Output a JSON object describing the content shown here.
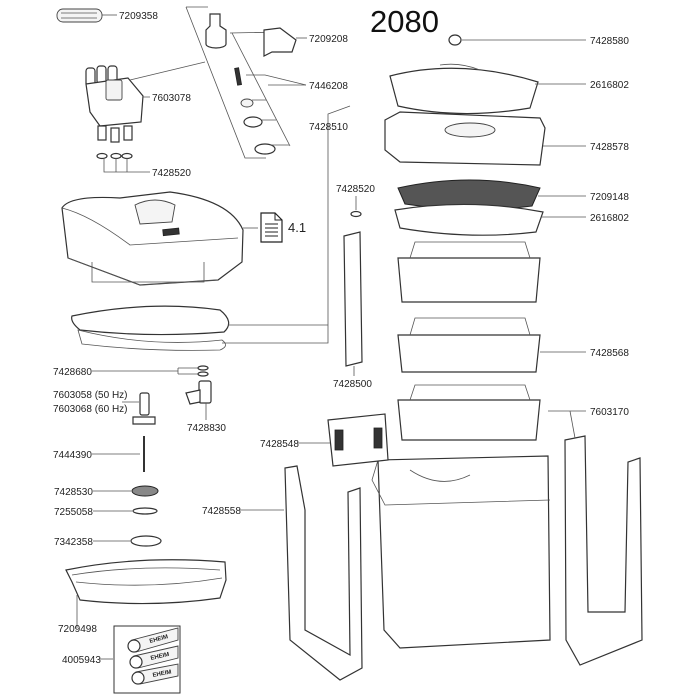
{
  "model": "2080",
  "manual_ref": "4.1",
  "parts": {
    "p7209358": "7209358",
    "p7209208": "7209208",
    "p7446208": "7446208",
    "p7603078": "7603078",
    "p7428510": "7428510",
    "p7428520_a": "7428520",
    "p7428580": "7428580",
    "p2616802_a": "2616802",
    "p7428578": "7428578",
    "p7428520_b": "7428520",
    "p7209148": "7209148",
    "p2616802_b": "2616802",
    "p7428568": "7428568",
    "p7428500": "7428500",
    "p7603170": "7603170",
    "p7428548": "7428548",
    "p7428680": "7428680",
    "p7603058": "7603058 (50 Hz)",
    "p7603068": "7603068 (60 Hz)",
    "p7428830": "7428830",
    "p7444390": "7444390",
    "p7428530": "7428530",
    "p7255058": "7255058",
    "p7428558": "7428558",
    "p7342358": "7342358",
    "p7209498": "7209498",
    "p4005943": "4005943"
  },
  "brand_marks": [
    "EHEIM",
    "EHEIM",
    "EHEIM"
  ]
}
